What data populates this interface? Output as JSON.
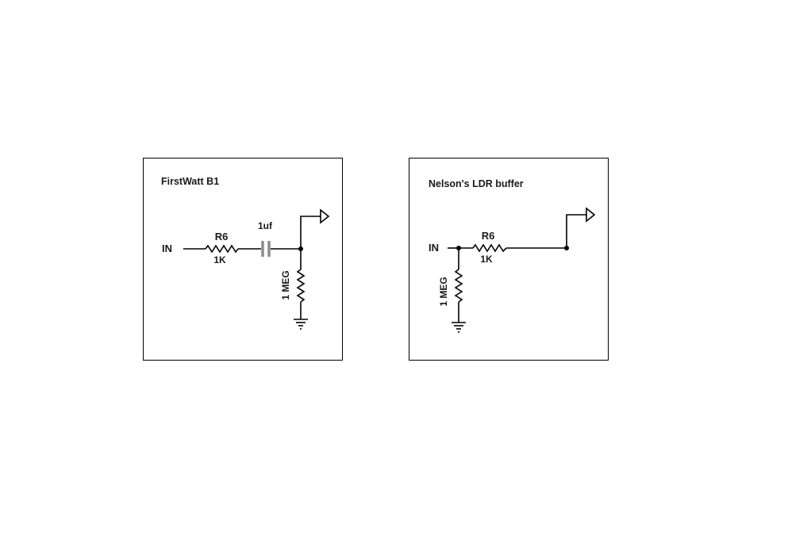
{
  "diagrams": [
    {
      "title": "FirstWatt B1",
      "input_label": "IN",
      "series_resistor": {
        "name": "R6",
        "value": "1K"
      },
      "capacitor": {
        "value": "1uf"
      },
      "shunt_resistor": {
        "value": "1 MEG"
      }
    },
    {
      "title": "Nelson's LDR buffer",
      "input_label": "IN",
      "series_resistor": {
        "name": "R6",
        "value": "1K"
      },
      "shunt_resistor": {
        "value": "1 MEG"
      }
    }
  ],
  "colors": {
    "wire": "#000000",
    "capacitor": "#8a8a8a",
    "text": "#1a1a1a",
    "background": "#ffffff"
  }
}
